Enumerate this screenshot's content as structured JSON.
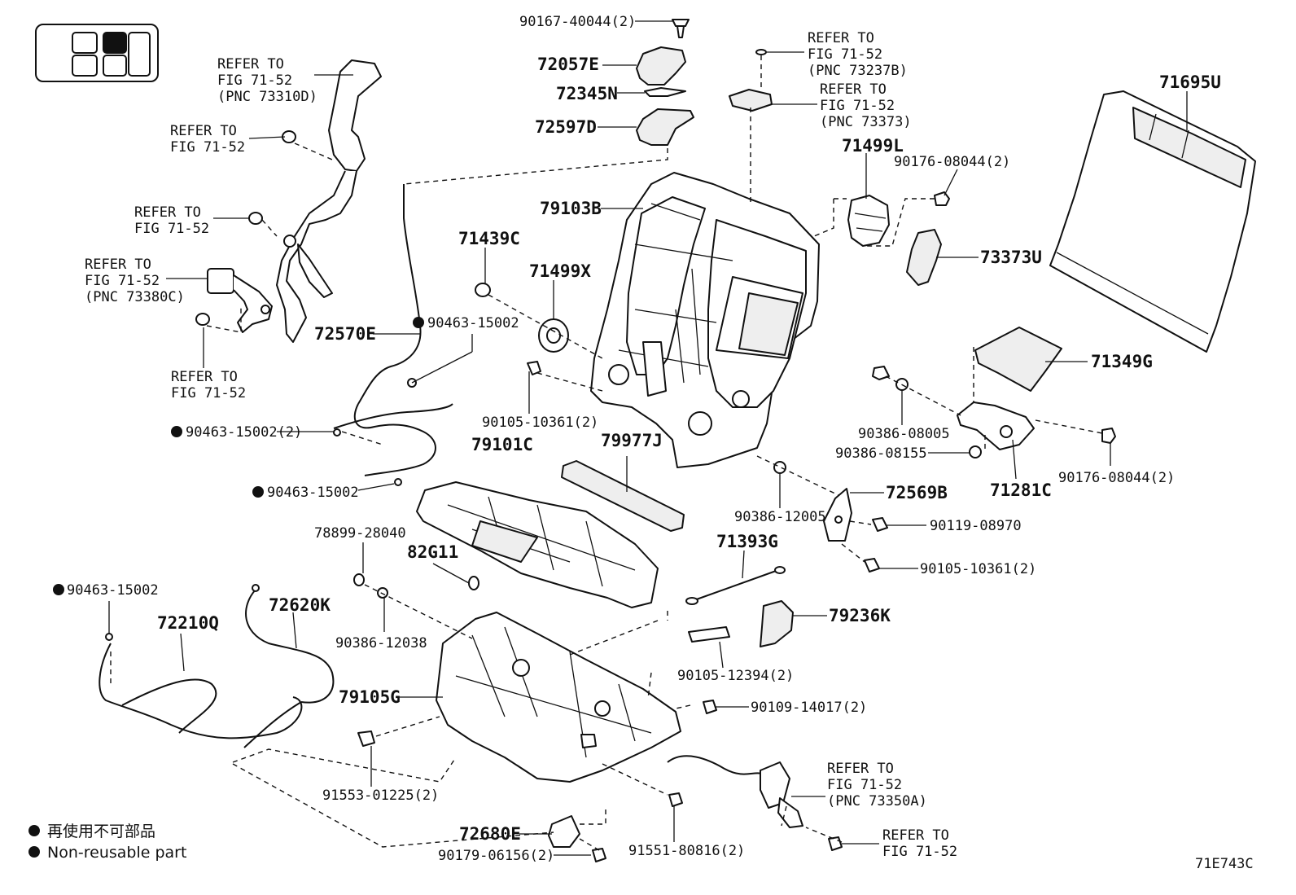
{
  "diagram_code": "71E743C",
  "legend": {
    "item_jp": "再使用不可部品",
    "item_en": "Non-reusable part"
  },
  "parts": {
    "p01": "90167-40044(2)",
    "p02": "72057E",
    "p03": "72345N",
    "p04": "72597D",
    "p05": "71695U",
    "p06": "71499L",
    "p07": "90176-08044(2)",
    "p08": "79103B",
    "p09": "73373U",
    "p10": "71439C",
    "p11": "71499X",
    "p12": "72570E",
    "p13": "90463-15002",
    "p14": "71349G",
    "p15": "90105-10361(2)",
    "p16": "90463-15002(2)",
    "p17": "79101C",
    "p18": "79977J",
    "p19": "90386-08005",
    "p20": "90386-08155",
    "p21": "90176-08044(2)",
    "p22": "71281C",
    "p23": "90463-15002",
    "p24": "72569B",
    "p25": "90386-12005",
    "p26": "90119-08970",
    "p27": "78899-28040",
    "p28": "82G11",
    "p29": "71393G",
    "p30": "90105-10361(2)",
    "p31": "90463-15002",
    "p32": "72620K",
    "p33": "72210Q",
    "p34": "79236K",
    "p35": "90386-12038",
    "p36": "90105-12394(2)",
    "p37": "79105G",
    "p38": "90109-14017(2)",
    "p39": "91553-01225(2)",
    "p40": "72680E",
    "p41": "90179-06156(2)",
    "p42": "91551-80816(2)"
  },
  "refs": {
    "r1": [
      "REFER TO",
      "FIG 71-52",
      "(PNC 73310D)"
    ],
    "r2": [
      "REFER TO",
      "FIG 71-52"
    ],
    "r3": [
      "REFER TO",
      "FIG 71-52"
    ],
    "r4": [
      "REFER TO",
      "FIG 71-52",
      "(PNC 73380C)"
    ],
    "r5": [
      "REFER TO",
      "FIG 71-52"
    ],
    "r6": [
      "REFER TO",
      "FIG 71-52",
      "(PNC 73237B)"
    ],
    "r7": [
      "REFER TO",
      "FIG 71-52",
      "(PNC 73373)"
    ],
    "r8": [
      "REFER TO",
      "FIG 71-52",
      "(PNC 73350A)"
    ],
    "r9": [
      "REFER TO",
      "FIG 71-52"
    ]
  }
}
